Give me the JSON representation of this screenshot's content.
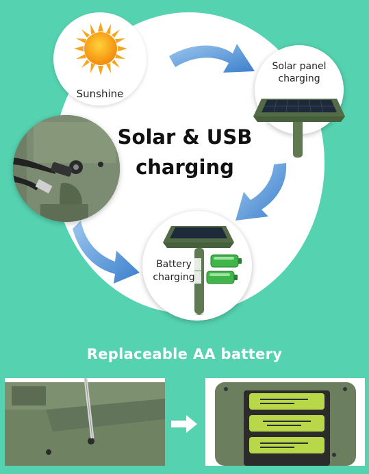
{
  "center_title": {
    "line1": "Solar & USB",
    "line2": "charging"
  },
  "sun_label": "Sunshine",
  "solar_label": {
    "line1": "Solar panel",
    "line2": "charging"
  },
  "battery_label": {
    "line1": "Battery",
    "line2": "charging"
  },
  "section_title": "Replaceable AA battery",
  "icons": {
    "sun": "sun-icon",
    "arrow": "curved-arrow-icon",
    "battery": "battery-icon",
    "right_arrow": "arrow-right-icon"
  },
  "colors": {
    "background": "#55d3b1",
    "arrow_blue": "#4a8fd6",
    "device_green": "#5f7a52",
    "battery_green": "#3fb54a"
  }
}
